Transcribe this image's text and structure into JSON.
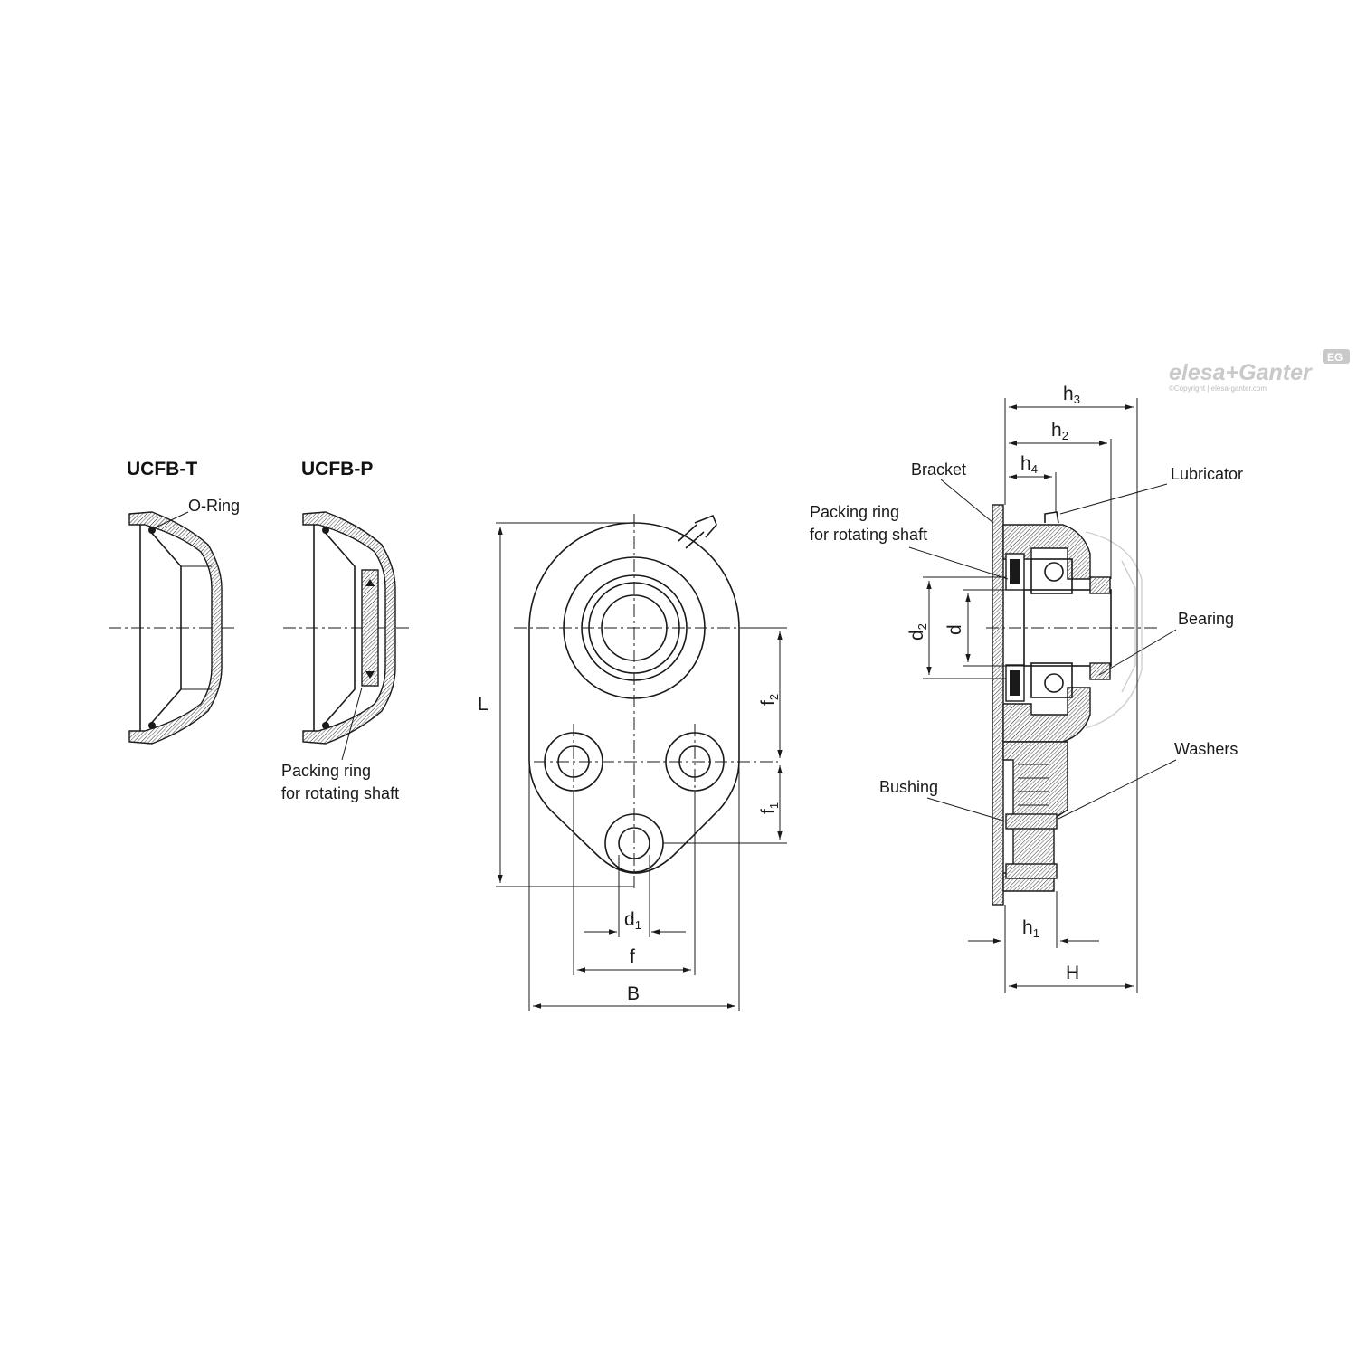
{
  "brand": {
    "logo_text": "elesa+Ganter",
    "badge": "EG",
    "copyright": "©Copyright | elesa-ganter.com"
  },
  "variants": {
    "ucfb_t": {
      "title": "UCFB-T",
      "o_ring_label": "O-Ring"
    },
    "ucfb_p": {
      "title": "UCFB-P",
      "packing_label_line1": "Packing ring",
      "packing_label_line2": "for rotating shaft"
    }
  },
  "front_view": {
    "dims": {
      "L": "L",
      "B": "B",
      "f": "f",
      "d1": "d",
      "d1_sub": "1",
      "f1": "f",
      "f1_sub": "1",
      "f2": "f",
      "f2_sub": "2"
    }
  },
  "section_view": {
    "labels": {
      "bracket": "Bracket",
      "lubricator": "Lubricator",
      "packing_line1": "Packing ring",
      "packing_line2": "for rotating shaft",
      "bearing": "Bearing",
      "washers": "Washers",
      "bushing": "Bushing"
    },
    "dims": {
      "h3": "h",
      "h3_sub": "3",
      "h2": "h",
      "h2_sub": "2",
      "h4": "h",
      "h4_sub": "4",
      "h1": "h",
      "h1_sub": "1",
      "H": "H",
      "d": "d",
      "d2": "d",
      "d2_sub": "2"
    }
  }
}
